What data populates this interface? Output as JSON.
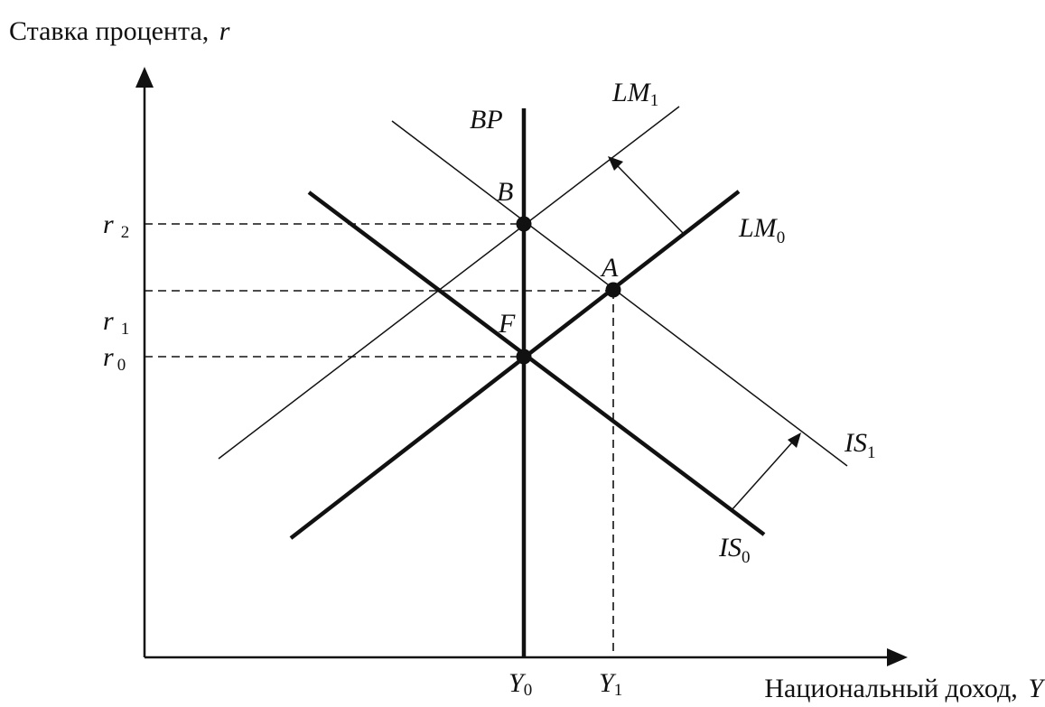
{
  "axes": {
    "y_title": "Ставка процента,",
    "y_var": "r",
    "x_title": "Национальный доход,",
    "x_var": "Y"
  },
  "curves": {
    "bp": "BP",
    "lm1": {
      "main": "LM",
      "sub": "1"
    },
    "lm0": {
      "main": "LM",
      "sub": "0"
    },
    "is1": {
      "main": "IS",
      "sub": "1"
    },
    "is0": {
      "main": "IS",
      "sub": "0"
    }
  },
  "points": {
    "a": "A",
    "b": "B",
    "f": "F"
  },
  "ticks": {
    "r2": {
      "main": "r",
      "sub": "2"
    },
    "r1": {
      "main": "r",
      "sub": "1"
    },
    "r0": {
      "main": "r",
      "sub": "0"
    },
    "y0": {
      "main": "Y",
      "sub": "0"
    },
    "y1": {
      "main": "Y",
      "sub": "1"
    }
  },
  "colors": {
    "ink": "#111111",
    "background": "#ffffff"
  }
}
